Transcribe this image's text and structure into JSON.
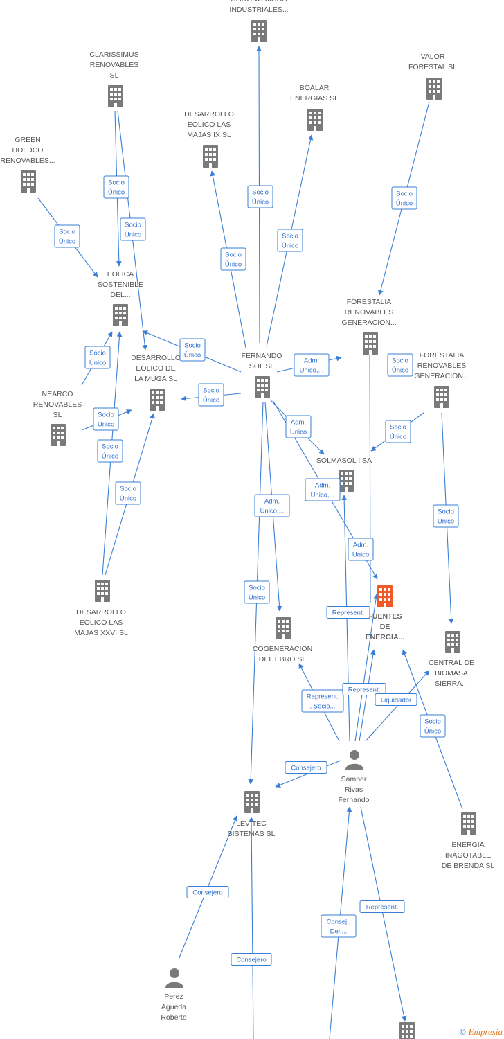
{
  "colors": {
    "company": "#7a7a7a",
    "company_highlight": "#f05a28",
    "person": "#7a7a7a",
    "edge": "#3a7fd5"
  },
  "nodes": [
    {
      "id": "agronomicos",
      "type": "company",
      "lines": [
        "AGRONOMICOS",
        "INDUSTRIALES..."
      ]
    },
    {
      "id": "clarissimus",
      "type": "company",
      "lines": [
        "CLARISSIMUS",
        "RENOVABLES",
        "SL"
      ]
    },
    {
      "id": "valor",
      "type": "company",
      "lines": [
        "VALOR",
        "FORESTAL SL"
      ]
    },
    {
      "id": "boalar",
      "type": "company",
      "lines": [
        "BOALAR",
        "ENERGIAS SL"
      ]
    },
    {
      "id": "majasix",
      "type": "company",
      "lines": [
        "DESARROLLO",
        "EOLICO LAS",
        "MAJAS IX SL"
      ]
    },
    {
      "id": "green",
      "type": "company",
      "lines": [
        "GREEN",
        "HOLDCO",
        "RENOVABLES..."
      ]
    },
    {
      "id": "eolica",
      "type": "company",
      "lines": [
        "EOLICA",
        "SOSTENIBLE",
        "DEL..."
      ]
    },
    {
      "id": "forestalia1",
      "type": "company",
      "lines": [
        "FORESTALIA",
        "RENOVABLES",
        "GENERACION..."
      ]
    },
    {
      "id": "fernando",
      "type": "company",
      "lines": [
        "FERNANDO",
        "SOL SL"
      ]
    },
    {
      "id": "muga",
      "type": "company",
      "lines": [
        "DESARROLLO",
        "EOLICO DE",
        "LA MUGA SL"
      ]
    },
    {
      "id": "forestalia2",
      "type": "company",
      "lines": [
        "FORESTALIA",
        "RENOVABLES",
        "GENERACION..."
      ]
    },
    {
      "id": "nearco",
      "type": "company",
      "lines": [
        "NEARCO",
        "RENOVABLES",
        "SL"
      ]
    },
    {
      "id": "solmasol",
      "type": "company",
      "lines": [
        "SOLMASOL I SA"
      ]
    },
    {
      "id": "fuentes",
      "type": "company_highlight",
      "lines": [
        "FUENTES",
        "DE",
        "ENERGIA..."
      ]
    },
    {
      "id": "majasxxvi",
      "type": "company",
      "lines": [
        "DESARROLLO",
        "EOLICO LAS",
        "MAJAS XXVI SL"
      ]
    },
    {
      "id": "cogeneracion",
      "type": "company",
      "lines": [
        "COGENERACION",
        "DEL EBRO SL"
      ]
    },
    {
      "id": "central",
      "type": "company",
      "lines": [
        "CENTRAL DE",
        "BIOMASA",
        "SIERRA..."
      ]
    },
    {
      "id": "samper",
      "type": "person",
      "lines": [
        "Samper",
        "Rivas",
        "Fernando"
      ]
    },
    {
      "id": "levitec",
      "type": "company",
      "lines": [
        "LEVITEC",
        "SISTEMAS SL"
      ]
    },
    {
      "id": "brenda",
      "type": "company",
      "lines": [
        "ENERGIA",
        "INAGOTABLE",
        "DE BRENDA SL"
      ]
    },
    {
      "id": "perez",
      "type": "person",
      "lines": [
        "Perez",
        "Agueda",
        "Roberto"
      ]
    },
    {
      "id": "bottom_company",
      "type": "company",
      "lines": []
    }
  ],
  "edges": [
    {
      "label": [
        "Socio",
        "Único"
      ]
    },
    {
      "label": [
        "Socio",
        "Único"
      ]
    },
    {
      "label": [
        "Socio",
        "Único"
      ]
    },
    {
      "label": [
        "Socio",
        "Único"
      ]
    },
    {
      "label": [
        "Socio",
        "Único"
      ]
    },
    {
      "label": [
        "Socio",
        "Único"
      ]
    },
    {
      "label": [
        "Socio",
        "Único"
      ]
    },
    {
      "label": [
        "Socio",
        "Único"
      ]
    },
    {
      "label": [
        "Socio",
        "Único"
      ]
    },
    {
      "label": [
        "Socio",
        "Único"
      ]
    },
    {
      "label": [
        "Socio",
        "Único"
      ]
    },
    {
      "label": [
        "Socio",
        "Único"
      ]
    },
    {
      "label": [
        "Socio",
        "Único"
      ]
    },
    {
      "label": [
        "Socio",
        "Único"
      ]
    },
    {
      "label": [
        "Socio",
        "Único"
      ]
    },
    {
      "label": [
        "Adm.",
        "Unico,..."
      ]
    },
    {
      "label": [
        "Socio",
        "Único"
      ]
    },
    {
      "label": [
        "Adm.",
        "Unico"
      ]
    },
    {
      "label": [
        "Adm.",
        "Unico,..."
      ]
    },
    {
      "label": [
        "Adm.",
        "Unico,..."
      ]
    },
    {
      "label": [
        "Adm.",
        "Unico"
      ]
    },
    {
      "label": [
        "Socio",
        "Único"
      ]
    },
    {
      "label": [
        "Represent."
      ]
    },
    {
      "label": [
        "Represent.",
        ", Socio..."
      ]
    },
    {
      "label": [
        "Represent."
      ]
    },
    {
      "label": [
        "Liquidador"
      ]
    },
    {
      "label": [
        "Socio",
        "Único"
      ]
    },
    {
      "label": [
        "Consejero"
      ]
    },
    {
      "label": [
        "Consejero"
      ]
    },
    {
      "label": [
        "Consejero"
      ]
    },
    {
      "label": [
        "Consej .",
        "Del...."
      ]
    },
    {
      "label": [
        "Represent."
      ]
    }
  ],
  "footer": {
    "copyright": "©",
    "brand": "Empresia"
  }
}
